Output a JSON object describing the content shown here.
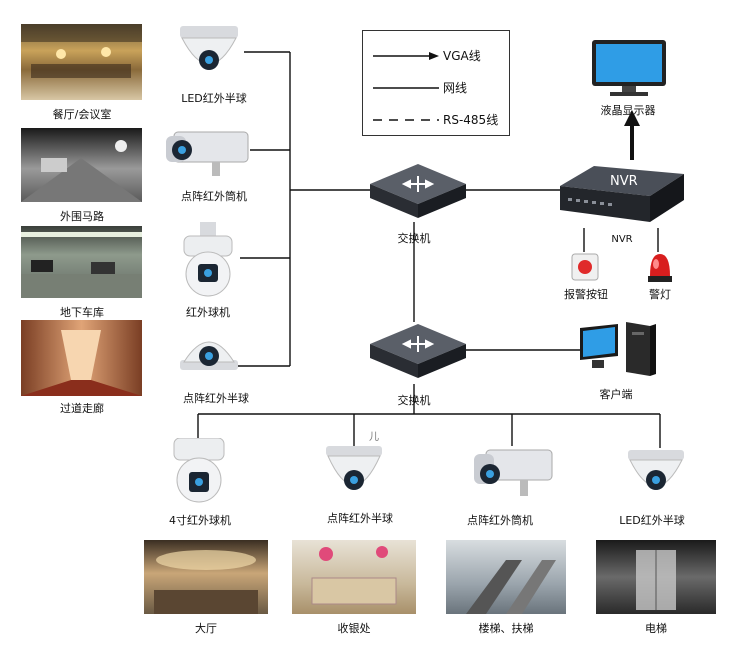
{
  "legend": {
    "vga": "VGA线",
    "net": "网线",
    "rs485": "RS-485线"
  },
  "scenes_left": [
    "餐厅/会议室",
    "外围马路",
    "地下车库",
    "过道走廊"
  ],
  "cameras_left": [
    "LED红外半球",
    "点阵红外筒机",
    "红外球机",
    "点阵红外半球"
  ],
  "switch_top": "交换机",
  "switch_bottom": "交换机",
  "nvr": {
    "face_text": "NVR",
    "caption": "NVR"
  },
  "monitor": "液晶显示器",
  "alarm_button": "报警按钮",
  "alarm_light": "警灯",
  "client": "客户端",
  "cameras_bottom": [
    "4寸红外球机",
    "点阵红外半球",
    "点阵红外筒机",
    "LED红外半球"
  ],
  "scenes_bottom": [
    "大厅",
    "收银处",
    "楼梯、扶梯",
    "电梯"
  ],
  "stray_mark": "儿"
}
